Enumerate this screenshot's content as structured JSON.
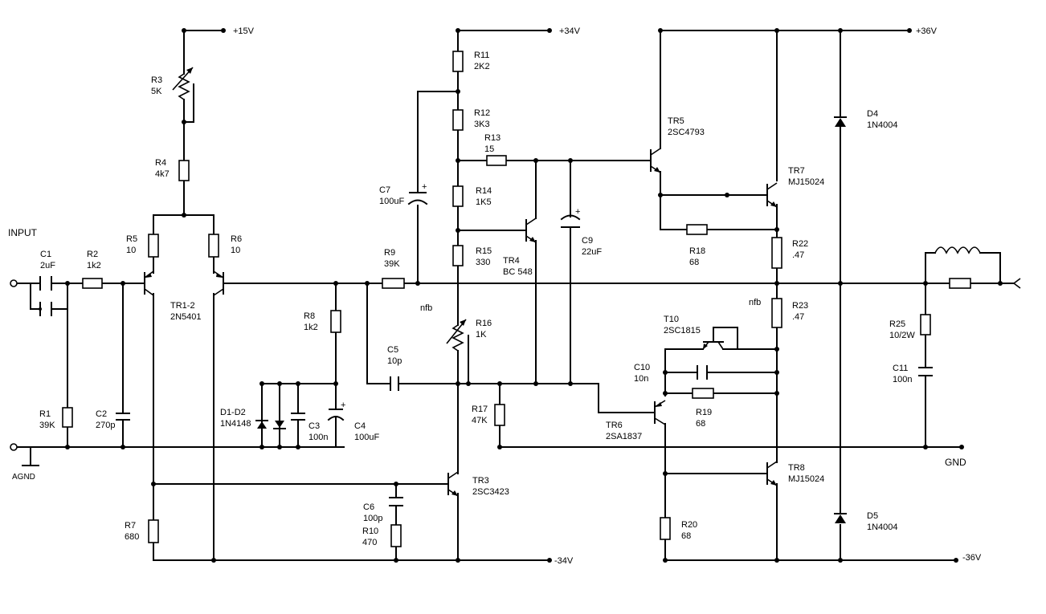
{
  "rails": {
    "p15": "+15V",
    "p34": "+34V",
    "p36": "+36V",
    "m34": "-34V",
    "m36": "-36V",
    "gnd": "GND",
    "agnd": "AGND",
    "input": "INPUT"
  },
  "components": {
    "R1": {
      "ref": "R1",
      "val": "39K"
    },
    "R2": {
      "ref": "R2",
      "val": "1k2"
    },
    "R3": {
      "ref": "R3",
      "val": "5K"
    },
    "R4": {
      "ref": "R4",
      "val": "4k7"
    },
    "R5": {
      "ref": "R5",
      "val": "10"
    },
    "R6": {
      "ref": "R6",
      "val": "10"
    },
    "R7": {
      "ref": "R7",
      "val": "680"
    },
    "R8": {
      "ref": "R8",
      "val": "1k2"
    },
    "R9": {
      "ref": "R9",
      "val": "39K"
    },
    "R10": {
      "ref": "R10",
      "val": "470"
    },
    "R11": {
      "ref": "R11",
      "val": "2K2"
    },
    "R12": {
      "ref": "R12",
      "val": "3K3"
    },
    "R13": {
      "ref": "R13",
      "val": "15"
    },
    "R14": {
      "ref": "R14",
      "val": "1K5"
    },
    "R15": {
      "ref": "R15",
      "val": "330"
    },
    "R16": {
      "ref": "R16",
      "val": "1K"
    },
    "R17": {
      "ref": "R17",
      "val": "47K"
    },
    "R18": {
      "ref": "R18",
      "val": "68"
    },
    "R19": {
      "ref": "R19",
      "val": "68"
    },
    "R20": {
      "ref": "R20",
      "val": "68"
    },
    "R22": {
      "ref": "R22",
      "val": ".47"
    },
    "R23": {
      "ref": "R23",
      "val": ".47"
    },
    "R25": {
      "ref": "R25",
      "val": "10/2W"
    },
    "C1": {
      "ref": "C1",
      "val": "2uF"
    },
    "C2": {
      "ref": "C2",
      "val": "270p"
    },
    "C3": {
      "ref": "C3",
      "val": "100n"
    },
    "C4": {
      "ref": "C4",
      "val": "100uF"
    },
    "C5": {
      "ref": "C5",
      "val": "10p"
    },
    "C6": {
      "ref": "C6",
      "val": "100p"
    },
    "C7": {
      "ref": "C7",
      "val": "100uF"
    },
    "C9": {
      "ref": "C9",
      "val": "22uF"
    },
    "C10": {
      "ref": "C10",
      "val": "10n"
    },
    "C11": {
      "ref": "C11",
      "val": "100n"
    },
    "D12": {
      "ref": "D1-D2",
      "val": "1N4148"
    },
    "D4": {
      "ref": "D4",
      "val": "1N4004"
    },
    "D5": {
      "ref": "D5",
      "val": "1N4004"
    },
    "TR12": {
      "ref": "TR1-2",
      "val": "2N5401"
    },
    "TR3": {
      "ref": "TR3",
      "val": "2SC3423"
    },
    "TR4": {
      "ref": "TR4",
      "val": "BC 548"
    },
    "TR5": {
      "ref": "TR5",
      "val": "2SC4793"
    },
    "TR6": {
      "ref": "TR6",
      "val": "2SA1837"
    },
    "TR7": {
      "ref": "TR7",
      "val": "MJ15024"
    },
    "TR8": {
      "ref": "TR8",
      "val": "MJ15024"
    },
    "T10": {
      "ref": "T10",
      "val": "2SC1815"
    }
  },
  "notes": {
    "nfb1": "nfb",
    "nfb2": "nfb",
    "plus": "+"
  }
}
